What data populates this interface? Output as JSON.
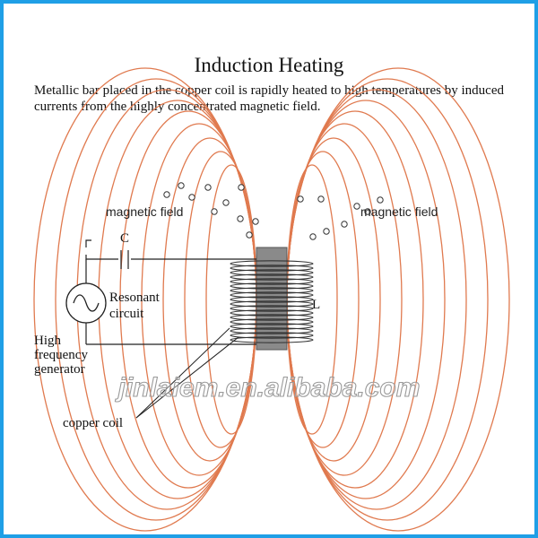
{
  "title": "Induction Heating",
  "description": "Metallic bar placed in the copper coil is rapidly heated to high temperatures by induced currents from the highly concentrated magnetic field.",
  "labels": {
    "magnetic_field_left": "magnetic field",
    "magnetic_field_right": "magnetic field",
    "capacitor": "C",
    "inductor": "L",
    "resonant_line1": "Resonant",
    "resonant_line2": "circuit",
    "generator_line1": "High",
    "generator_line2": "frequency",
    "generator_line3": "generator",
    "copper_coil": "copper coil"
  },
  "watermark": "jinlaiem.en.alibaba.com",
  "colors": {
    "field_lines": "#e07a4f",
    "coil": "#333333",
    "bar": "#8a8a8a",
    "border": "#1f9fe6"
  }
}
